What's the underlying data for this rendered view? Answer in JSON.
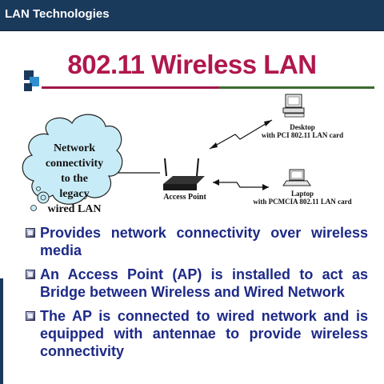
{
  "header": {
    "title": "LAN Technologies"
  },
  "slide": {
    "title": "802.11 Wireless LAN"
  },
  "diagram": {
    "cloud_lines": [
      "Network",
      "connectivity",
      "to the",
      "legacy",
      "wired LAN"
    ],
    "access_point_label": "Access Point",
    "desktop_label": [
      "Desktop",
      "with PCI 802.11 LAN card"
    ],
    "laptop_label": [
      "Laptop",
      "with PCMCIA 802.11 LAN card"
    ]
  },
  "bullets": [
    "Provides network connectivity over wireless media",
    "An Access Point (AP) is installed to act as Bridge between Wireless and Wired Network",
    "The AP is connected to wired network and is equipped with antennae to provide wireless connectivity"
  ],
  "colors": {
    "header_bg": "#1a3a5c",
    "title": "#b0174d",
    "bullet_text": "#1d2a87",
    "cloud_fill": "#c8ecf7"
  }
}
